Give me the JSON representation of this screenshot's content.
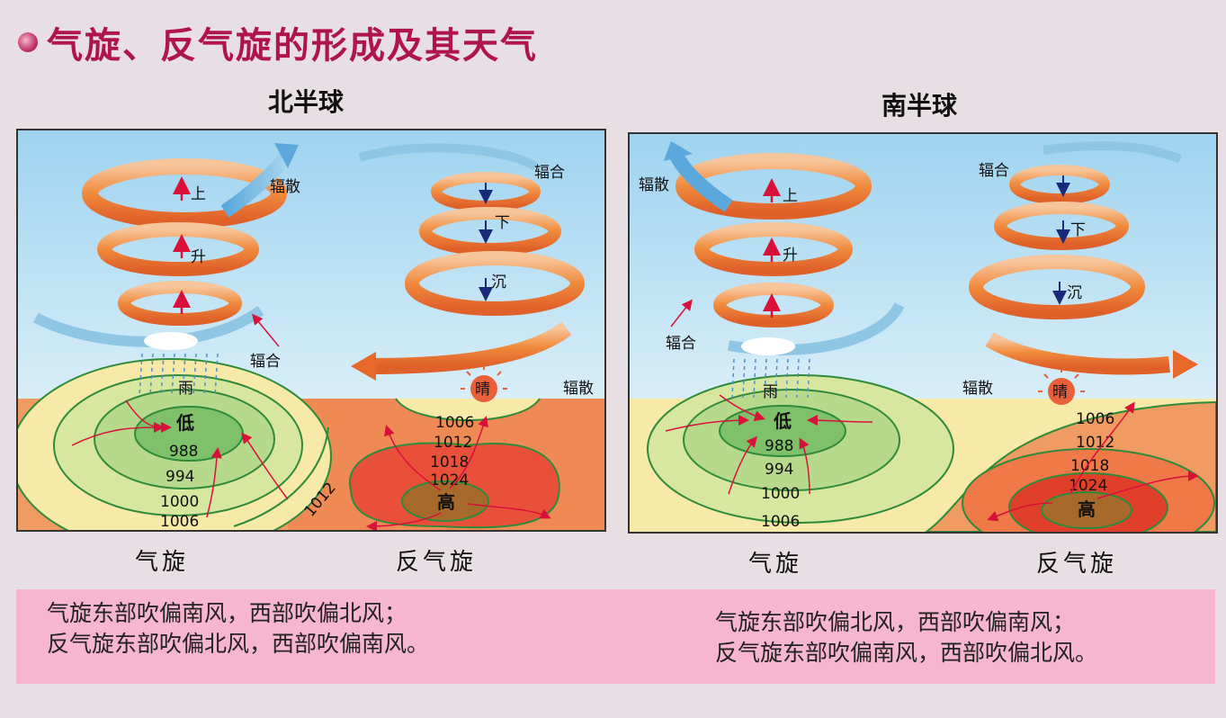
{
  "title": "气旋、反气旋的形成及其天气",
  "north": {
    "heading": "北半球",
    "cyclone": {
      "up1": "上",
      "up2": "升",
      "div": "辐散",
      "conv": "辐合",
      "rain": "雨",
      "low": "低"
    },
    "anticyclone": {
      "d1": "下",
      "d2": "沉",
      "conv": "辐合",
      "div": "辐散",
      "sunny": "晴",
      "high": "高"
    },
    "isobars": {
      "i988": "988",
      "i994": "994",
      "i1000": "1000",
      "i1006a": "1006",
      "i1006b": "1006",
      "i1012a": "1012",
      "i1012b": "1012",
      "i1018": "1018",
      "i1024": "1024"
    },
    "caption_cyclone": "气旋",
    "caption_anticyclone": "反气旋",
    "note_line1": "气旋东部吹偏南风，西部吹偏北风；",
    "note_line2": "反气旋东部吹偏北风，西部吹偏南风。"
  },
  "south": {
    "heading": "南半球",
    "cyclone": {
      "up1": "上",
      "up2": "升",
      "div": "辐散",
      "conv": "辐合",
      "rain": "雨",
      "low": "低"
    },
    "anticyclone": {
      "d1": "下",
      "d2": "沉",
      "conv": "辐合",
      "div": "辐散",
      "sunny": "晴",
      "high": "高"
    },
    "isobars": {
      "i988": "988",
      "i994": "994",
      "i1000": "1000",
      "i1006a": "1006",
      "i1006b": "1006",
      "i1012": "1012",
      "i1018": "1018",
      "i1024": "1024"
    },
    "caption_cyclone": "气旋",
    "caption_anticyclone": "反气旋",
    "note_line1": "气旋东部吹偏北风，西部吹偏南风；",
    "note_line2": "反气旋东部吹偏南风，西部吹偏北风。"
  }
}
